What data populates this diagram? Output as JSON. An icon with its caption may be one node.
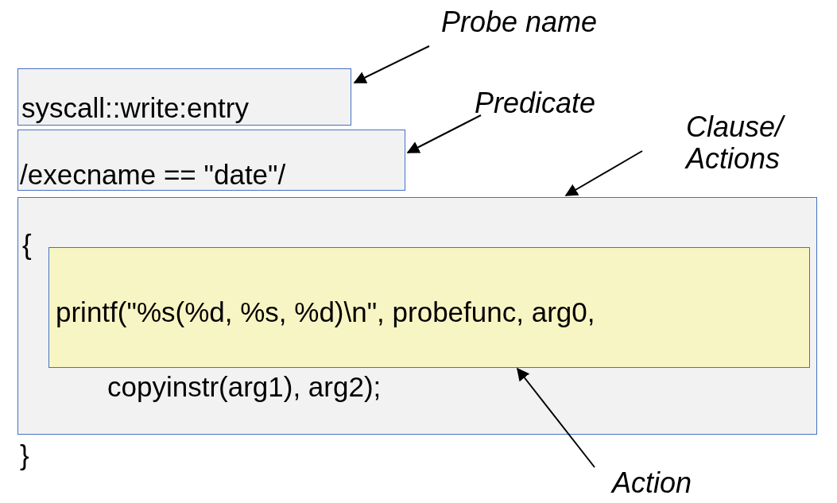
{
  "diagram": {
    "nodes": [
      {
        "text": [
          "syscall::write:entry"
        ]
      },
      {
        "text": [
          "/execname == \"date\"/"
        ]
      },
      {
        "text": [
          "{",
          "copyinstr(arg1), arg2);"
        ],
        "beside": [
          "}"
        ]
      },
      {
        "text": [
          "printf(\"%s(%d, %s, %d)\\n\", probefunc, arg0,"
        ],
        "in": 2
      },
      {
        "text": [
          "Probe name"
        ]
      },
      {
        "text": [
          "Predicate"
        ]
      },
      {
        "text": [
          "Clause/ Actions"
        ]
      },
      {
        "text": [
          "Action"
        ]
      }
    ],
    "edges": [
      {
        "from": 4,
        "to": 0,
        "arrow": "to"
      },
      {
        "from": 5,
        "to": 1,
        "arrow": "to"
      },
      {
        "from": 6,
        "to": 2,
        "arrow": "to"
      },
      {
        "from": 7,
        "to": 3,
        "arrow": "to"
      }
    ]
  }
}
